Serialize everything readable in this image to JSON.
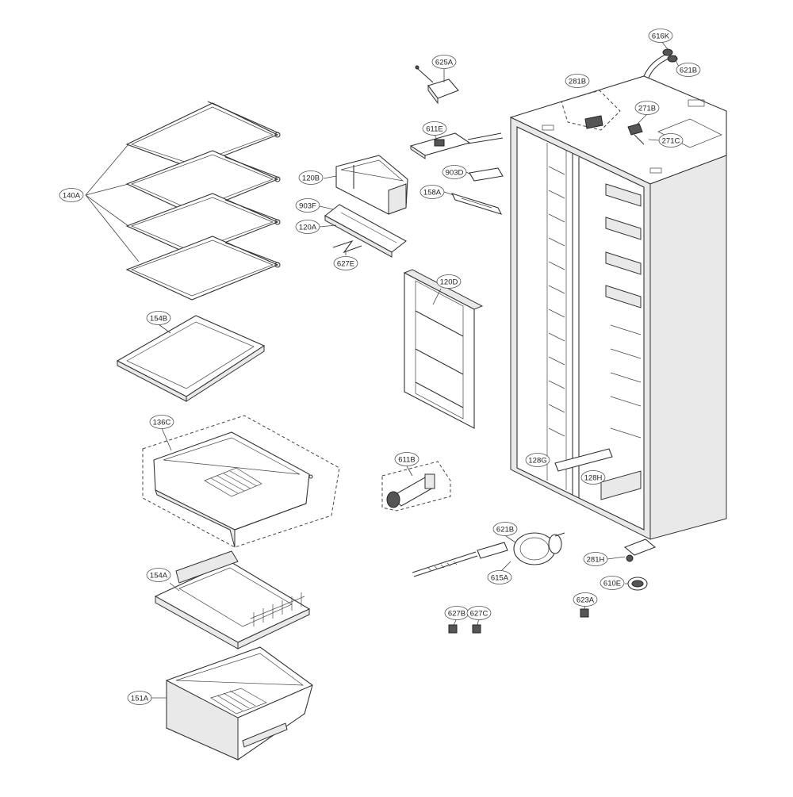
{
  "callouts": [
    {
      "id": "c-140a",
      "label": "140A"
    },
    {
      "id": "c-154b",
      "label": "154B"
    },
    {
      "id": "c-136c",
      "label": "136C"
    },
    {
      "id": "c-154a",
      "label": "154A"
    },
    {
      "id": "c-151a",
      "label": "151A"
    },
    {
      "id": "c-625a",
      "label": "625A"
    },
    {
      "id": "c-611e",
      "label": "611E"
    },
    {
      "id": "c-120b",
      "label": "120B"
    },
    {
      "id": "c-903d",
      "label": "903D"
    },
    {
      "id": "c-903f",
      "label": "903F"
    },
    {
      "id": "c-158a",
      "label": "158A"
    },
    {
      "id": "c-120a",
      "label": "120A"
    },
    {
      "id": "c-627e",
      "label": "627E"
    },
    {
      "id": "c-120d",
      "label": "120D"
    },
    {
      "id": "c-611b",
      "label": "611B"
    },
    {
      "id": "c-616k",
      "label": "616K"
    },
    {
      "id": "c-621b-top",
      "label": "621B"
    },
    {
      "id": "c-281b",
      "label": "281B"
    },
    {
      "id": "c-271b",
      "label": "271B"
    },
    {
      "id": "c-271c",
      "label": "271C"
    },
    {
      "id": "c-128g",
      "label": "128G"
    },
    {
      "id": "c-128h",
      "label": "128H"
    },
    {
      "id": "c-621b-bottom",
      "label": "621B"
    },
    {
      "id": "c-615a",
      "label": "615A"
    },
    {
      "id": "c-281h",
      "label": "281H"
    },
    {
      "id": "c-610e",
      "label": "610E"
    },
    {
      "id": "c-623a",
      "label": "623A"
    },
    {
      "id": "c-627b",
      "label": "627B"
    },
    {
      "id": "c-627c",
      "label": "627C"
    }
  ]
}
